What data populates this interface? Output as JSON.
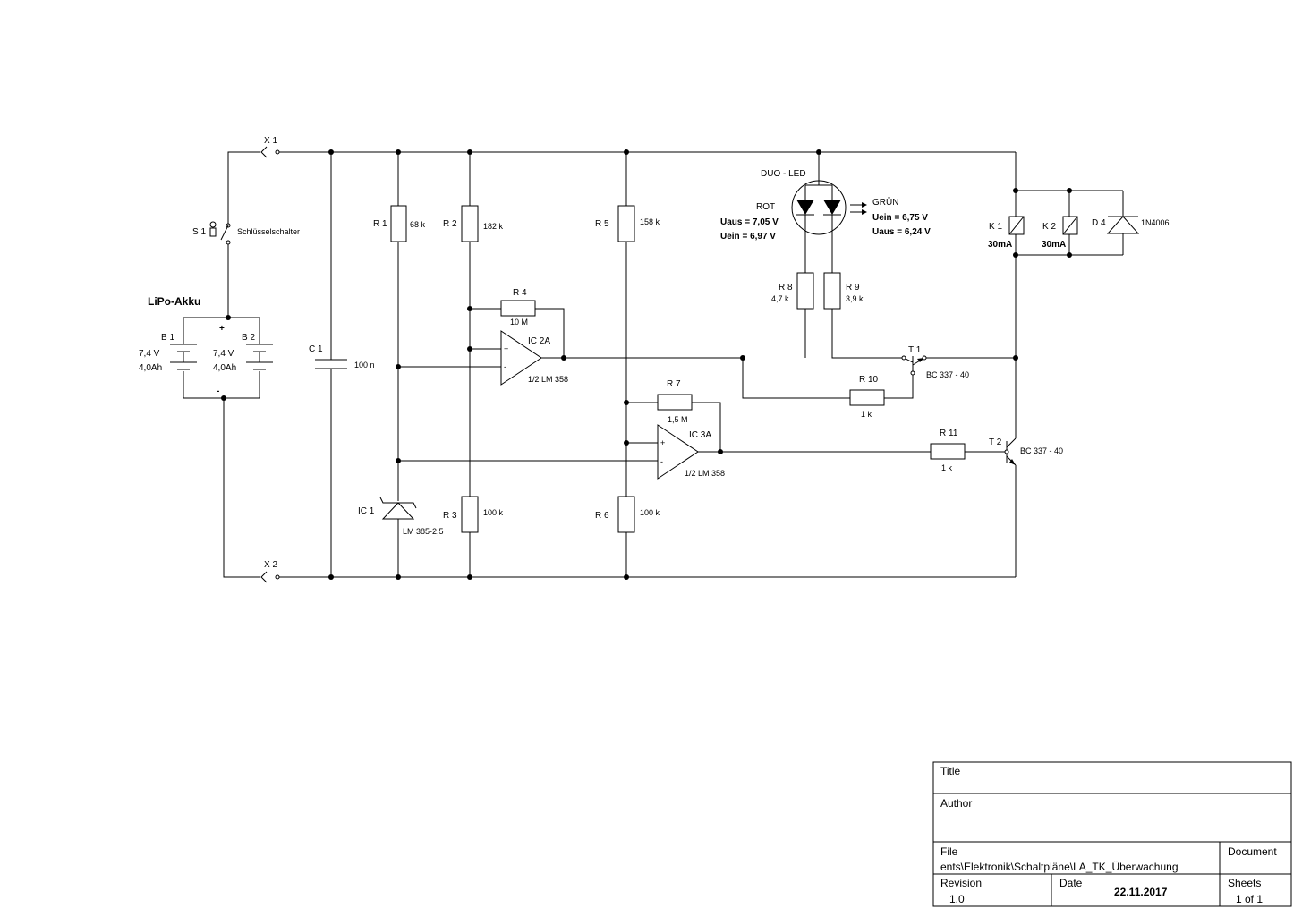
{
  "labels": {
    "x1": "X 1",
    "x2": "X 2",
    "s1": "S 1",
    "s1_name": "Schlüsselschalter",
    "battery_title": "LiPo-Akku",
    "plus": "+",
    "minus": "-",
    "b1": "B 1",
    "b2": "B 2",
    "b1_v": "7,4 V",
    "b1_c": "4,0Ah",
    "b2_v": "7,4 V",
    "b2_c": "4,0Ah",
    "c1": "C 1",
    "c1_val": "100 n",
    "r1": "R 1",
    "r1_val": "68 k",
    "r2": "R 2",
    "r2_val": "182 k",
    "r3": "R 3",
    "r3_val": "100 k",
    "r4": "R 4",
    "r4_val": "10 M",
    "r5": "R 5",
    "r5_val": "158 k",
    "r6": "R 6",
    "r6_val": "100 k",
    "r7": "R 7",
    "r7_val": "1,5 M",
    "r8": "R 8",
    "r8_val": "4,7 k",
    "r9": "R 9",
    "r9_val": "3,9 k",
    "r10": "R 10",
    "r10_val": "1 k",
    "r11": "R 11",
    "r11_val": "1 k",
    "ic1": "IC 1",
    "ic1_val": "LM 385-2,5",
    "ic2": "IC 2A",
    "ic2_val": "1/2 LM 358",
    "ic3": "IC 3A",
    "ic3_val": "1/2 LM 358",
    "led": "DUO - LED",
    "rot": "ROT",
    "rot_uaus": "Uaus = 7,05 V",
    "rot_uein": "Uein = 6,97 V",
    "gruen": "GRÜN",
    "gruen_uein": "Uein = 6,75 V",
    "gruen_uaus": "Uaus = 6,24 V",
    "t1": "T 1",
    "t1_val": "BC 337 - 40",
    "t2": "T 2",
    "t2_val": "BC 337 - 40",
    "k1": "K 1",
    "k1_val": "30mA",
    "k2": "K 2",
    "k2_val": "30mA",
    "d4": "D 4",
    "d4_val": "1N4006"
  },
  "title_block": {
    "title_label": "Title",
    "title_value": "",
    "author_label": "Author",
    "author_value": "",
    "file_label": "File",
    "file_value": "ents\\Elektronik\\Schaltpläne\\LA_TK_Überwachung",
    "document_label": "Document",
    "revision_label": "Revision",
    "revision_value": "1.0",
    "date_label": "Date",
    "date_value": "22.11.2017",
    "sheets_label": "Sheets",
    "sheets_value": "1 of 1"
  }
}
